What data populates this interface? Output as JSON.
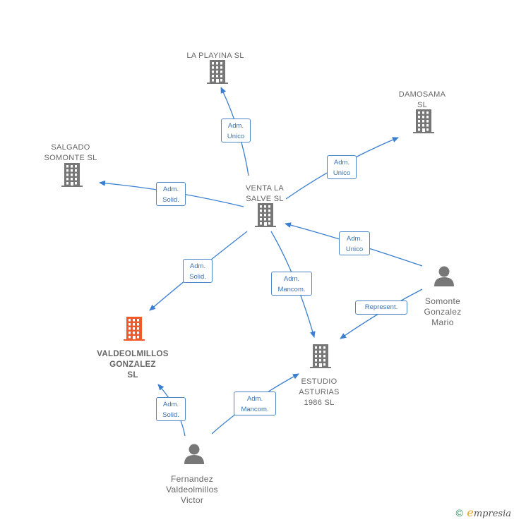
{
  "colors": {
    "company": "#777777",
    "focus_company": "#f05a28",
    "person": "#777777",
    "edge": "#3a7fd0",
    "label_text": "#666666"
  },
  "nodes": [
    {
      "id": "la-playina",
      "type": "company",
      "label": "LA PLAYINA SL",
      "icon": "building-icon"
    },
    {
      "id": "damosama",
      "type": "company",
      "label": "DAMOSAMA\nSL",
      "icon": "building-icon"
    },
    {
      "id": "salgado",
      "type": "company",
      "label": "SALGADO\nSOMONTE  SL",
      "icon": "building-icon"
    },
    {
      "id": "venta",
      "type": "company",
      "label": "VENTA LA\nSALVE  SL",
      "icon": "building-icon"
    },
    {
      "id": "valdeolmillos",
      "type": "focus",
      "label": "VALDEOLMILLOS\nGONZALEZ\nSL",
      "icon": "building-icon"
    },
    {
      "id": "estudio",
      "type": "company",
      "label": "ESTUDIO\nASTURIAS\n1986  SL",
      "icon": "building-icon"
    },
    {
      "id": "somonte",
      "type": "person",
      "label": "Somonte\nGonzalez\nMario",
      "icon": "person-icon"
    },
    {
      "id": "fernandez",
      "type": "person",
      "label": "Fernandez\nValdeolmillos\nVictor",
      "icon": "person-icon"
    }
  ],
  "edges": [
    {
      "id": "e1",
      "from": "venta",
      "to": "la-playina",
      "label": "Adm.\nUnico"
    },
    {
      "id": "e2",
      "from": "venta",
      "to": "damosama",
      "label": "Adm.\nUnico"
    },
    {
      "id": "e3",
      "from": "venta",
      "to": "salgado",
      "label": "Adm.\nSolid."
    },
    {
      "id": "e4",
      "from": "somonte",
      "to": "venta",
      "label": "Adm.\nUnico"
    },
    {
      "id": "e5",
      "from": "venta",
      "to": "valdeolmillos",
      "label": "Adm.\nSolid."
    },
    {
      "id": "e6",
      "from": "venta",
      "to": "estudio",
      "label": "Adm.\nMancom."
    },
    {
      "id": "e7",
      "from": "somonte",
      "to": "estudio",
      "label": "Represent."
    },
    {
      "id": "e8",
      "from": "fernandez",
      "to": "valdeolmillos",
      "label": "Adm.\nSolid."
    },
    {
      "id": "e9",
      "from": "fernandez",
      "to": "estudio",
      "label": "Adm.\nMancom."
    }
  ],
  "footer": {
    "copyright": "©",
    "brand_e": "e",
    "brand_rest": "mpresia"
  }
}
